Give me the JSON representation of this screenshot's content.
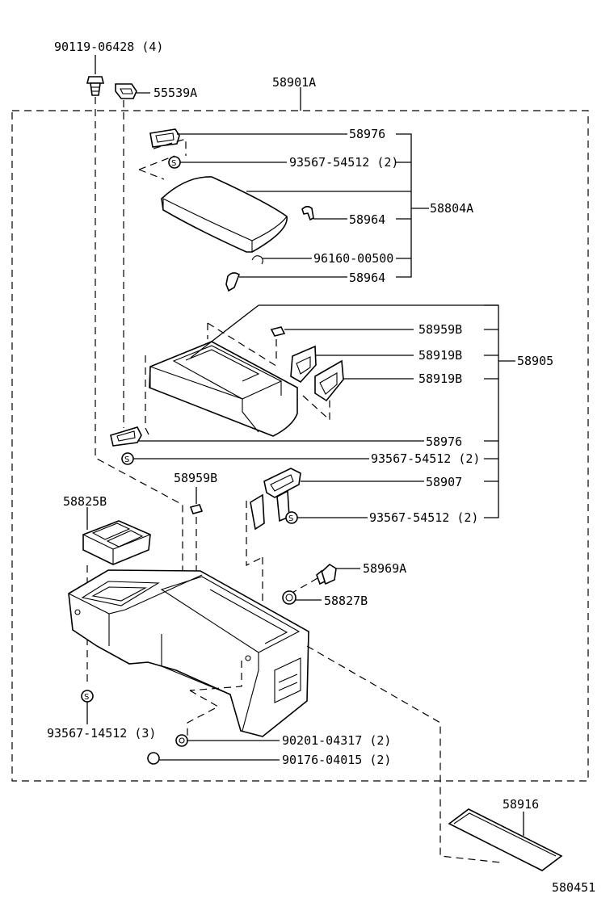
{
  "labels": {
    "bolt": "90119-06428 (4)",
    "clip_55539a": "55539A",
    "assy_58901a": "58901A",
    "hinge_top": "58976",
    "screw_top": "93567-54512 (2)",
    "lid_assy": "58804A",
    "pin_upper": "58964",
    "ring": "96160-00500",
    "pin_lower": "58964",
    "cushion_upper": "58959B",
    "bracket_a": "58919B",
    "box_assy": "58905",
    "bracket_b": "58919B",
    "hinge_mid": "58976",
    "screw_mid": "93567-54512 (2)",
    "bracket_58907": "58907",
    "screw_low": "93567-54512 (2)",
    "cushion_lower": "58959B",
    "tray": "58825B",
    "plug": "58969A",
    "grommet": "58827B",
    "screw_bottom": "93567-14512 (3)",
    "nut": "90201-04317 (2)",
    "cap": "90176-04015 (2)",
    "mat": "58916",
    "diagram_id": "580451"
  },
  "screw_symbol": "S"
}
